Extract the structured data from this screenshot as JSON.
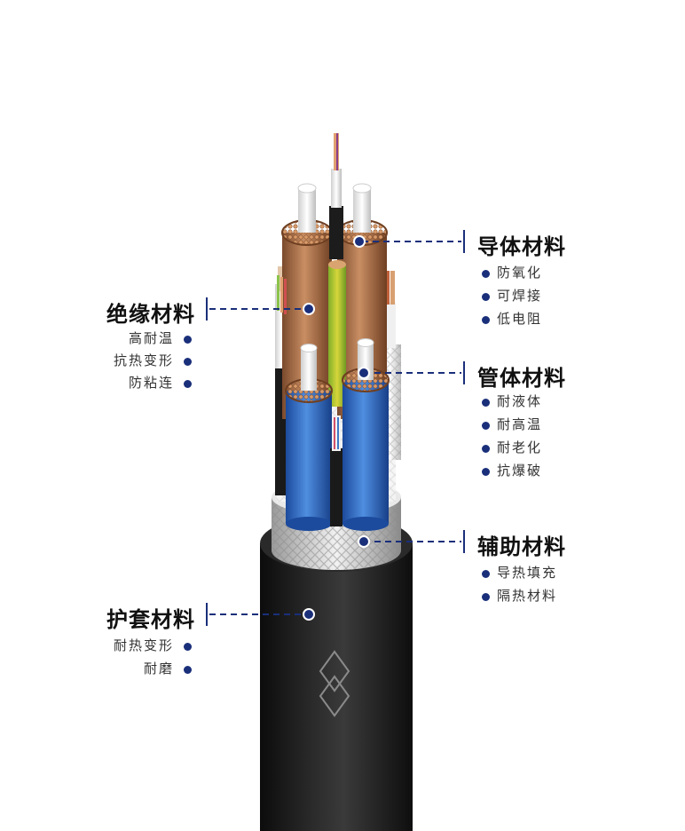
{
  "colors": {
    "accent": "#1a2f7a",
    "jacket": "#1c1c1c",
    "copper": "#b8754a",
    "blue_tube": "#2f69c4"
  },
  "callouts": {
    "conductor": {
      "title": "导体材料",
      "items": [
        "防氧化",
        "可焊接",
        "低电阻"
      ]
    },
    "insulation": {
      "title": "绝缘材料",
      "items": [
        "高耐温",
        "抗热变形",
        "防粘连"
      ]
    },
    "tube": {
      "title": "管体材料",
      "items": [
        "耐液体",
        "耐高温",
        "耐老化",
        "抗爆破"
      ]
    },
    "auxiliary": {
      "title": "辅助材料",
      "items": [
        "导热填充",
        "隔热材料"
      ]
    },
    "sheath": {
      "title": "护套材料",
      "items": [
        "耐热变形",
        "耐磨"
      ]
    }
  }
}
